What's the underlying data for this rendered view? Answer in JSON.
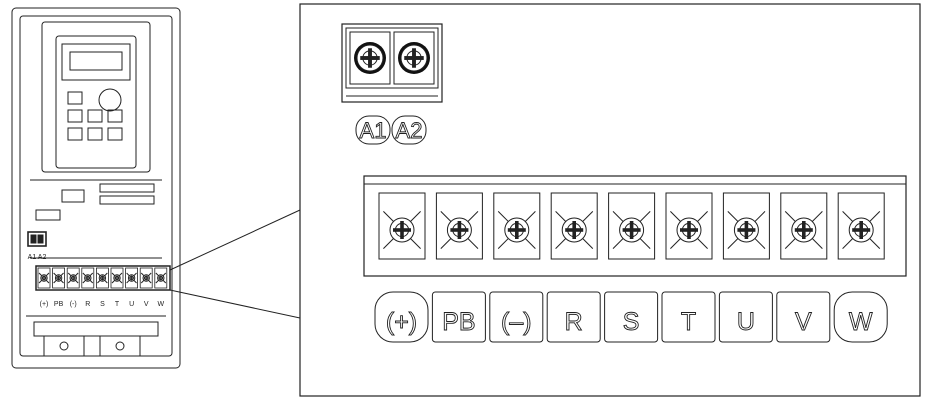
{
  "control_terminals": [
    "A1",
    "A2"
  ],
  "power_terminals": [
    "(+)",
    "PB",
    "(–)",
    "R",
    "S",
    "T",
    "U",
    "V",
    "W"
  ],
  "overview_mini_labels": {
    "control": "A1 A2",
    "power": [
      "(+)",
      "PB",
      "(-)",
      "R",
      "S",
      "T",
      "U",
      "V",
      "W"
    ]
  },
  "colors": {
    "line": "#222222",
    "paper": "#ffffff"
  }
}
